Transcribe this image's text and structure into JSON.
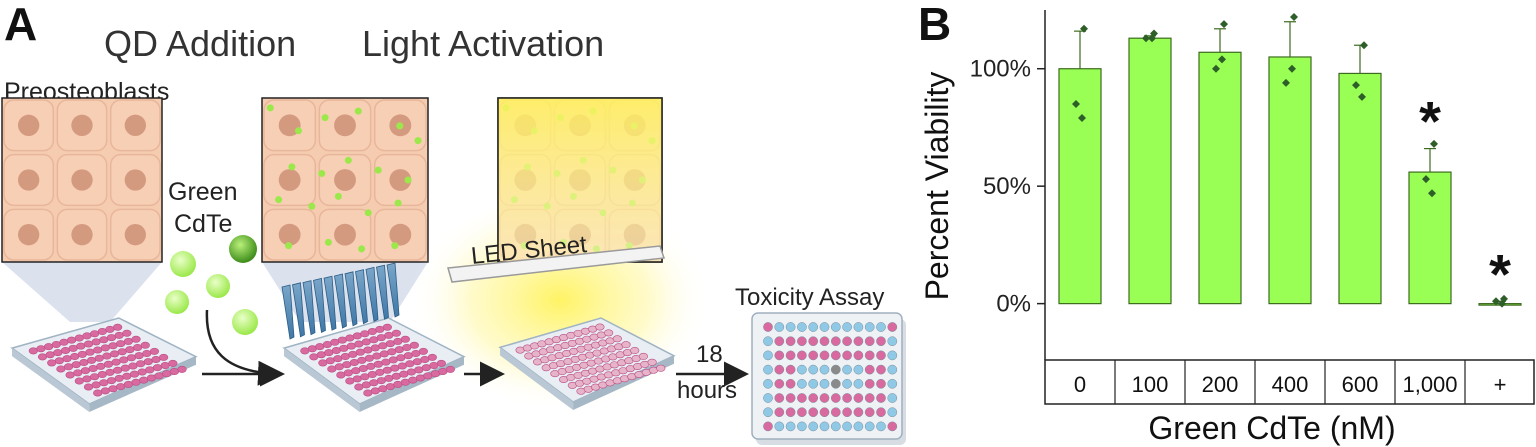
{
  "panel_a": {
    "panel_label": "A",
    "step_qd_addition": "QD Addition",
    "step_light_activation": "Light Activation",
    "cell_label": "Preosteoblasts",
    "qd_label_line1": "Green",
    "qd_label_line2": "CdTe",
    "led_label": "LED Sheet",
    "assay_label": "Toxicity Assay",
    "time_label_line1": "18",
    "time_label_line2": "hours",
    "colors": {
      "cell_fill": "#f6ccb0",
      "nucleus": "#d49a80",
      "qd_green": "#9be84a",
      "led_glow": "#fff176",
      "plate_well": "#d86aa0",
      "assay_blue": "#8fc9e6"
    }
  },
  "panel_b": {
    "panel_label": "B",
    "chart_data": {
      "type": "bar",
      "categories": [
        "0",
        "100",
        "200",
        "400",
        "600",
        "1,000",
        "+"
      ],
      "values": [
        100,
        113,
        107,
        105,
        98,
        56,
        0
      ],
      "error_upper": [
        116,
        114,
        117,
        120,
        110,
        66,
        1
      ],
      "points": [
        [
          117,
          85,
          79
        ],
        [
          115,
          113,
          113
        ],
        [
          119,
          100,
          104
        ],
        [
          122,
          94,
          100
        ],
        [
          110,
          93,
          88
        ],
        [
          68,
          53,
          47
        ],
        [
          2,
          1,
          0
        ]
      ],
      "significant": [
        false,
        false,
        false,
        false,
        false,
        true,
        true
      ],
      "significance_marker": "*",
      "ylabel": "Percent Viability",
      "xlabel": "Green CdTe (nM)",
      "yticks": [
        0,
        50,
        100
      ],
      "ytick_labels": [
        "0%",
        "50%",
        "100%"
      ],
      "ylim": [
        -24,
        125
      ],
      "bar_color": "#99ff55",
      "bar_edge_color": "#3d6b1e",
      "point_color": "#2e5f28",
      "grid": false
    }
  }
}
